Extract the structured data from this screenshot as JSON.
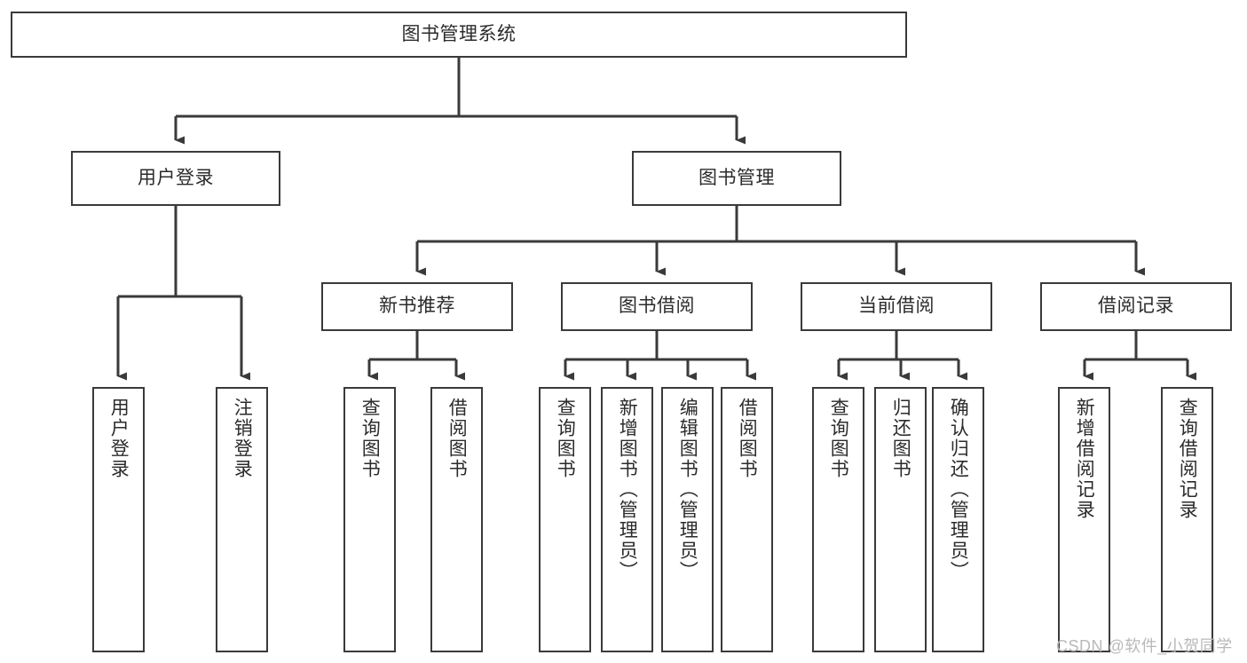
{
  "diagram": {
    "type": "hierarchy-tree",
    "title": "图书管理系统",
    "levels": 4,
    "orientation": "top-down",
    "style": {
      "box_border_color": "#3a3a3a",
      "box_fill_color": "#ffffff",
      "line_color": "#3a3a3a",
      "text_color": "#2b2b2b",
      "background": "#ffffff"
    },
    "nodes": {
      "root": {
        "label": "图书管理系统"
      },
      "level2": [
        {
          "id": "user_login",
          "label": "用户登录"
        },
        {
          "id": "book_manage",
          "label": "图书管理"
        }
      ],
      "level3": [
        {
          "id": "new_book_rec",
          "label": "新书推荐",
          "parent": "book_manage"
        },
        {
          "id": "book_borrow",
          "label": "图书借阅",
          "parent": "book_manage"
        },
        {
          "id": "current_borrow",
          "label": "当前借阅",
          "parent": "book_manage"
        },
        {
          "id": "borrow_record",
          "label": "借阅记录",
          "parent": "book_manage"
        }
      ],
      "leaves": [
        {
          "id": "leaf_user_login",
          "label": "用户登录",
          "parent": "user_login"
        },
        {
          "id": "leaf_user_logout",
          "label": "注销登录",
          "parent": "user_login"
        },
        {
          "id": "leaf_rec_query",
          "label": "查询图书",
          "parent": "new_book_rec"
        },
        {
          "id": "leaf_rec_borrow",
          "label": "借阅图书",
          "parent": "new_book_rec"
        },
        {
          "id": "leaf_borrow_query",
          "label": "查询图书",
          "parent": "book_borrow"
        },
        {
          "id": "leaf_borrow_add",
          "label": "新增图书（管理员）",
          "parent": "book_borrow"
        },
        {
          "id": "leaf_borrow_edit",
          "label": "编辑图书（管理员）",
          "parent": "book_borrow"
        },
        {
          "id": "leaf_borrow_lend",
          "label": "借阅图书",
          "parent": "book_borrow"
        },
        {
          "id": "leaf_current_query",
          "label": "查询图书",
          "parent": "current_borrow"
        },
        {
          "id": "leaf_current_return",
          "label": "归还图书",
          "parent": "current_borrow"
        },
        {
          "id": "leaf_current_confirm",
          "label": "确认归还（管理员）",
          "parent": "current_borrow"
        },
        {
          "id": "leaf_record_add",
          "label": "新增借阅记录",
          "parent": "borrow_record"
        },
        {
          "id": "leaf_record_query",
          "label": "查询借阅记录",
          "parent": "borrow_record"
        }
      ]
    }
  },
  "watermark": {
    "text": "CSDN @软件_小贺同学"
  }
}
